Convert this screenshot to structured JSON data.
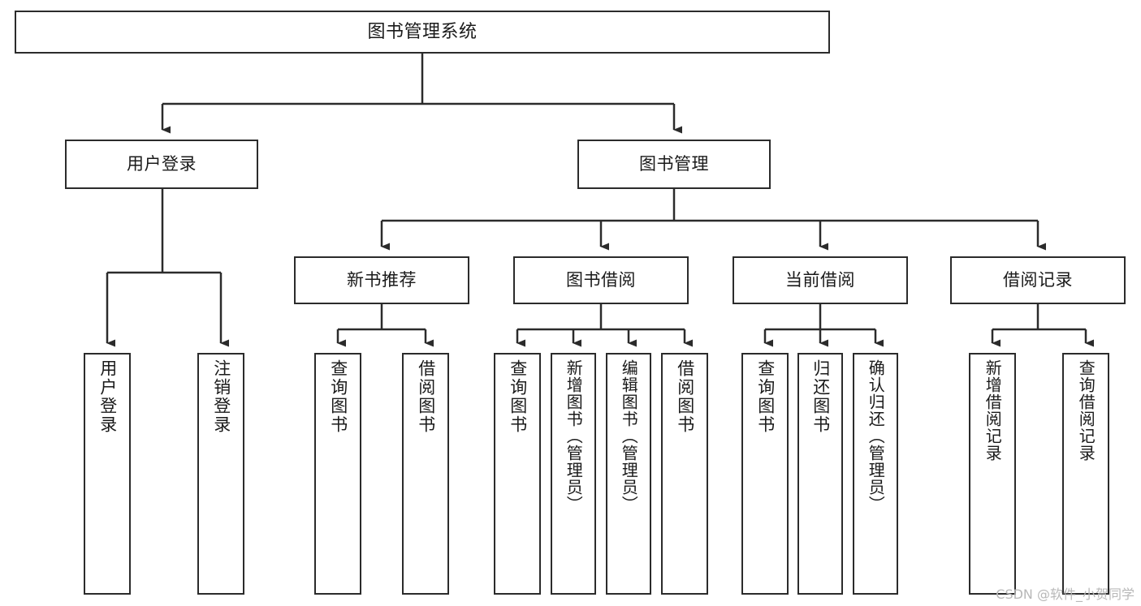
{
  "diagram": {
    "title": "图书管理系统",
    "watermark": "CSDN @软件_小贺同学",
    "line_color": "#2b2b2b",
    "background_color": "#ffffff",
    "root": {
      "label": "图书管理系统"
    },
    "level2": [
      {
        "label": "用户登录"
      },
      {
        "label": "图书管理"
      }
    ],
    "level3": [
      {
        "label": "新书推荐"
      },
      {
        "label": "图书借阅"
      },
      {
        "label": "当前借阅"
      },
      {
        "label": "借阅记录"
      }
    ],
    "leaves": {
      "user_login": [
        {
          "label": "用户登录"
        },
        {
          "label": "注销登录"
        }
      ],
      "new_book_recommend": [
        {
          "label": "查询图书"
        },
        {
          "label": "借阅图书"
        }
      ],
      "book_borrow": [
        {
          "label": "查询图书"
        },
        {
          "label": "新增图书（管理员）"
        },
        {
          "label": "编辑图书（管理员）"
        },
        {
          "label": "借阅图书"
        }
      ],
      "current_borrow": [
        {
          "label": "查询图书"
        },
        {
          "label": "归还图书"
        },
        {
          "label": "确认归还（管理员）"
        }
      ],
      "borrow_record": [
        {
          "label": "新增借阅记录"
        },
        {
          "label": "查询借阅记录"
        }
      ]
    }
  }
}
